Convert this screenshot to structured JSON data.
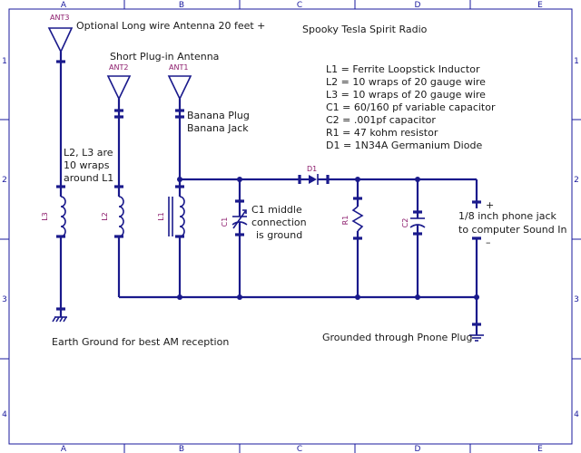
{
  "title": "Spooky Tesla Spirit Radio",
  "notes": {
    "long_wire": "Optional Long wire Antenna 20 feet +",
    "short_antenna": "Short Plug-in Antenna",
    "banana_plug": "Banana Plug",
    "banana_jack": "Banana Jack",
    "l2l3_line1": "L2, L3 are",
    "l2l3_line2": "10 wraps",
    "l2l3_line3": "around L1",
    "c1_line1": "C1 middle",
    "c1_line2": "connection",
    "c1_line3": "is ground",
    "jack_line1": "1/8 inch phone jack",
    "jack_line2": "to computer Sound In",
    "earth_ground": "Earth Ground for best AM reception",
    "phone_ground": "Grounded through Pnone Plug",
    "plus": "+",
    "minus": "–"
  },
  "legend": [
    "L1 = Ferrite Loopstick Inductor",
    "L2 = 10 wraps of 20 gauge wire",
    "L3 = 10 wraps of 20 gauge wire",
    "C1 = 60/160 pf variable capacitor",
    "C2 = .001pf capacitor",
    "R1 = 47 kohm resistor",
    "D1 = 1N34A Germanium Diode"
  ],
  "refs": {
    "ant3": "ANT3",
    "ant2": "ANT2",
    "ant1": "ANT1",
    "l3": "L3",
    "l2": "L2",
    "l1": "L1",
    "c1": "C1",
    "d1": "D1",
    "r1": "R1",
    "c2": "C2"
  },
  "frame": {
    "columns": [
      "A",
      "B",
      "C",
      "D",
      "E"
    ],
    "rows": [
      "1",
      "2",
      "3",
      "4"
    ]
  },
  "colors": {
    "wire": "#1a1a8c",
    "ref_text": "#8b1a6b",
    "frame": "#1a1a9e"
  }
}
